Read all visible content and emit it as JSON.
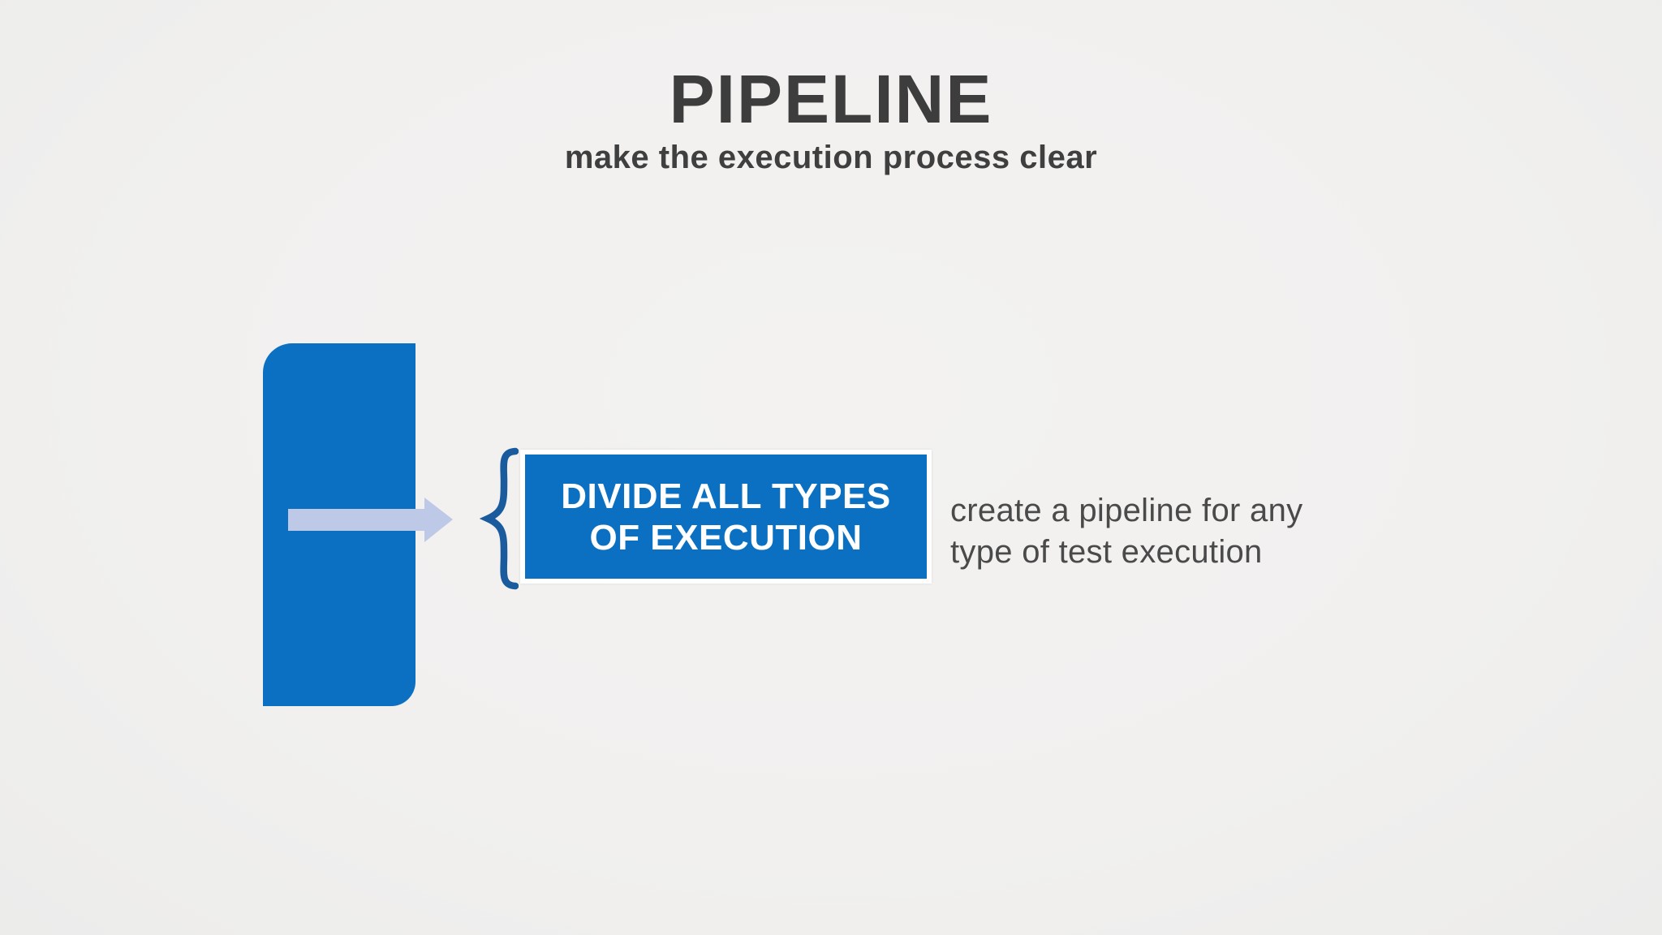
{
  "header": {
    "title": "PIPELINE",
    "subtitle": "make the execution process clear"
  },
  "diagram": {
    "callout": {
      "line1": "DIVIDE ALL TYPES",
      "line2": "OF EXECUTION"
    },
    "description": {
      "line1": "create a pipeline for any",
      "line2": "type of test execution"
    },
    "icons": {
      "bar": "pipeline-stage-bar",
      "arrow": "flow-arrow-icon",
      "brace": "curly-brace-icon"
    },
    "colors": {
      "primary_blue": "#0b70c2",
      "brace_blue": "#1a5b9e",
      "arrow_lavender": "#bdc9e6",
      "title_gray": "#3d3d3d",
      "text_gray": "#4a4a4a",
      "callout_text": "#ffffff",
      "callout_border": "#ffffff",
      "background": "#f1f1f0"
    }
  }
}
